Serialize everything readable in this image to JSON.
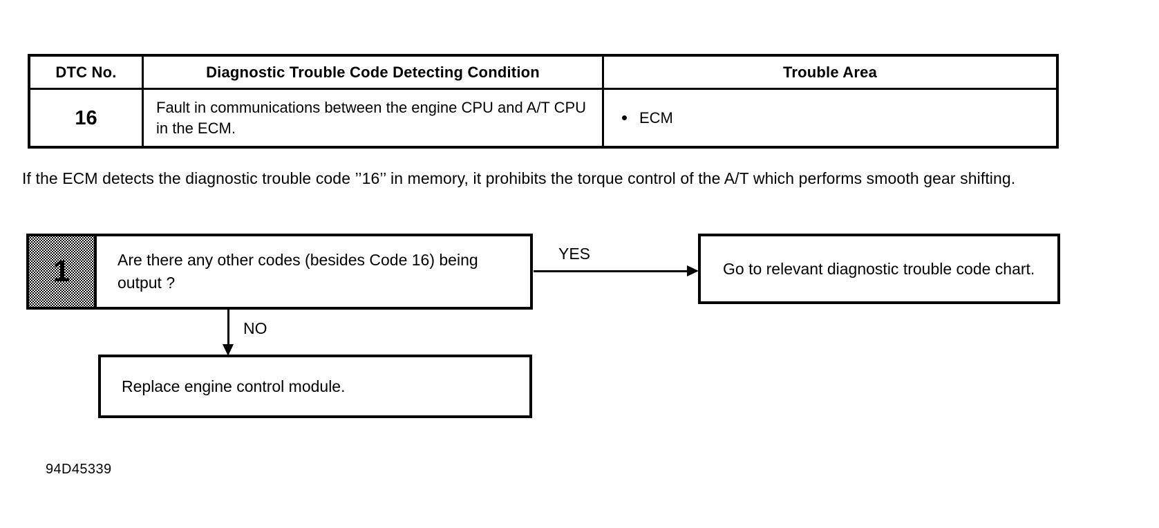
{
  "table": {
    "columns": [
      "DTC No.",
      "Diagnostic Trouble Code Detecting Condition",
      "Trouble Area"
    ],
    "rows": [
      {
        "dtc_no": "16",
        "condition": "Fault in communications between the engine CPU and A/T CPU in the ECM.",
        "trouble_area": "ECM"
      }
    ]
  },
  "intro": {
    "text": "If the ECM detects the diagnostic trouble code ’’16’’ in memory, it prohibits the torque control of the A/T which performs smooth gear shifting."
  },
  "flow": {
    "step1": {
      "number": "1",
      "question": "Are there any other codes (besides Code 16) being output ?"
    },
    "yes_label": "YES",
    "no_label": "NO",
    "yes_result": "Go to relevant diagnostic trouble code chart.",
    "no_result": "Replace engine control module."
  },
  "footer": {
    "code": "94D45339"
  }
}
